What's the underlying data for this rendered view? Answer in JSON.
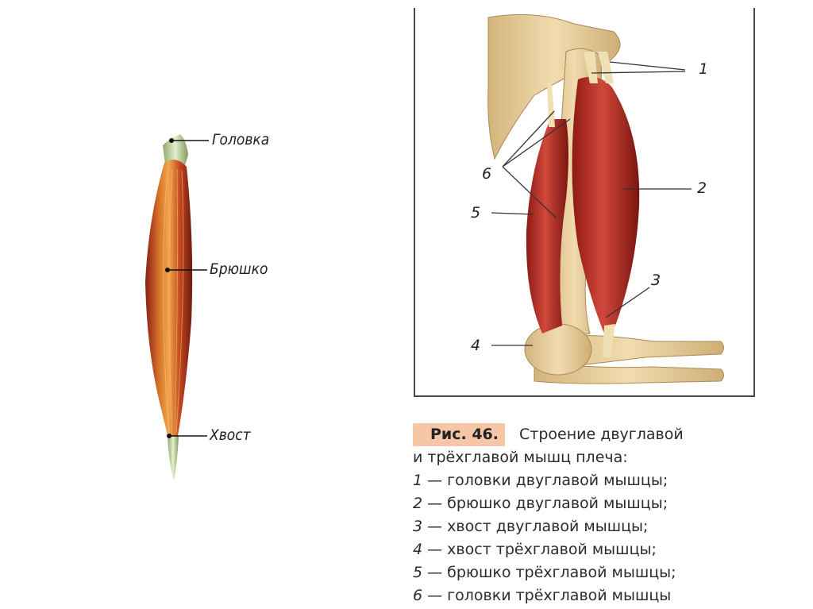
{
  "muscle_labels": {
    "head": "Головка",
    "belly": "Брюшко",
    "tail": "Хвост"
  },
  "arm_callouts": [
    "1",
    "2",
    "3",
    "4",
    "5",
    "6"
  ],
  "caption": {
    "figure": "Рис. 46.",
    "title_line1": "Строение двуглавой",
    "title_line2": "и трёхглавой мышц плеча:",
    "items": [
      {
        "num": "1",
        "text": "— головки двуглавой мышцы;"
      },
      {
        "num": "2",
        "text": "— брюшко двуглавой мышцы;"
      },
      {
        "num": "3",
        "text": "— хвост двуглавой мышцы;"
      },
      {
        "num": "4",
        "text": "— хвост трёхглавой мышцы;"
      },
      {
        "num": "5",
        "text": "— брюшко трёхглавой мышцы;"
      },
      {
        "num": "6",
        "text": "— головки трёхглавой мышцы"
      }
    ]
  },
  "colors": {
    "muscle_red": "#b5261b",
    "muscle_orange": "#d9752a",
    "tendon_green": "#b9cf8f",
    "bone": "#e8cf9c",
    "caption_badge": "#f6c6a6"
  }
}
